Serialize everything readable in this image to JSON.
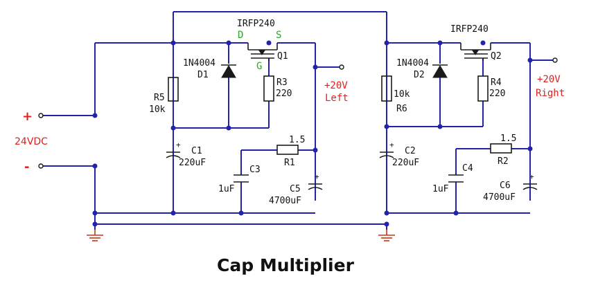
{
  "title": "Cap Multiplier",
  "input": {
    "plus": "+",
    "minus": "-",
    "voltage": "24VDC"
  },
  "left": {
    "mosfet_part": "IRFP240",
    "mosfet_ref": "Q1",
    "pin_d": "D",
    "pin_s": "S",
    "pin_g": "G",
    "diode_part": "1N4004",
    "diode_ref": "D1",
    "r_bias_ref": "R5",
    "r_bias_val": "10k",
    "r_gate_ref": "R3",
    "r_gate_val": "220",
    "c_gate_ref": "C1",
    "c_gate_val": "220uF",
    "r_filter_val": "1.5",
    "r_filter_ref": "R1",
    "c_small_ref": "C3",
    "c_small_val": "1uF",
    "c_out_ref": "C5",
    "c_out_val": "4700uF",
    "out_voltage": "+20V",
    "out_label": "Left"
  },
  "right": {
    "mosfet_part": "IRFP240",
    "mosfet_ref": "Q2",
    "diode_part": "1N4004",
    "diode_ref": "D2",
    "r_bias_val": "10k",
    "r_bias_ref": "R6",
    "r_gate_ref": "R4",
    "r_gate_val": "220",
    "c_gate_ref": "C2",
    "c_gate_val": "220uF",
    "r_filter_val": "1.5",
    "r_filter_ref": "R2",
    "c_small_ref": "C4",
    "c_small_val": "1uF",
    "c_out_ref": "C6",
    "c_out_val": "4700uF",
    "out_voltage": "+20V",
    "out_label": "Right"
  },
  "colors": {
    "wire": "#2222aa",
    "label_red": "#e02020",
    "label_green": "#22aa22",
    "ground": "#cc3311"
  }
}
